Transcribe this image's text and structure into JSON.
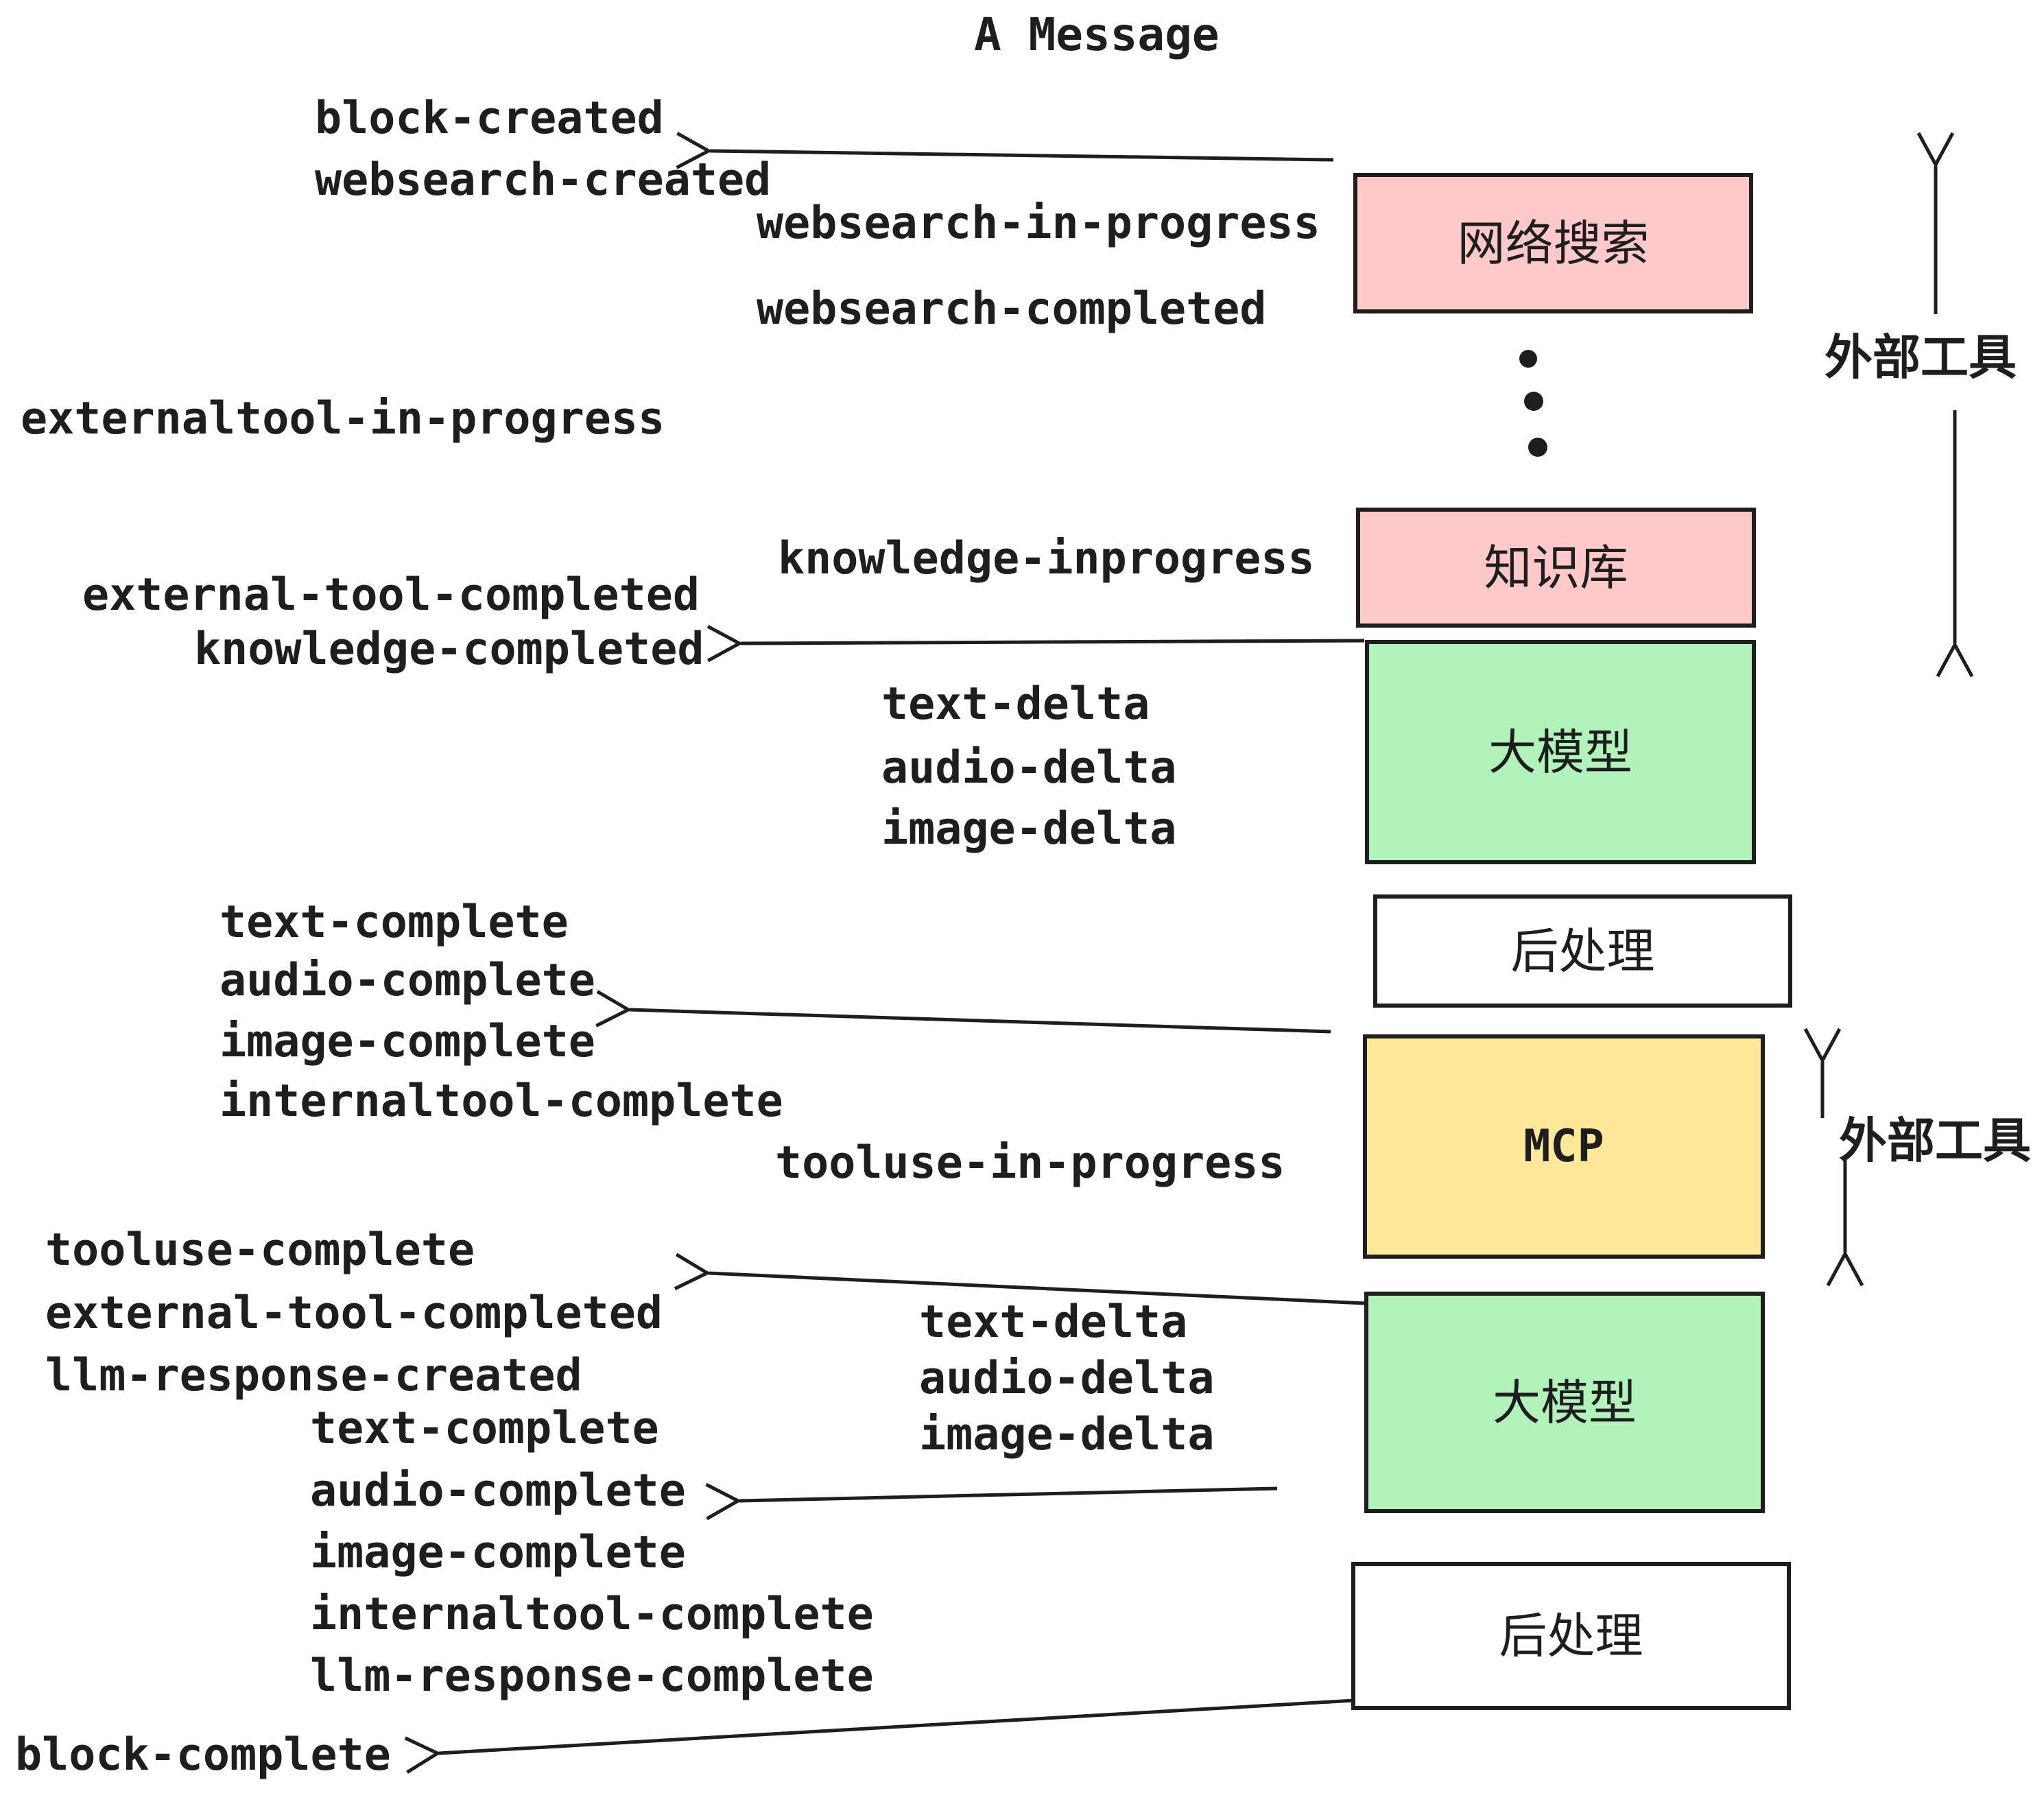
{
  "page": {
    "title": "A Message"
  },
  "colors": {
    "ink": "#1e1e1e",
    "pink": "#ffc9c9",
    "green": "#b2f2bb",
    "yellow": "#ffe999",
    "white": "#ffffff"
  },
  "boxes": [
    {
      "id": "websearch",
      "label": "网络搜索",
      "color": "#ffc9c9"
    },
    {
      "id": "knowledge",
      "label": "知识库",
      "color": "#ffc9c9"
    },
    {
      "id": "llm-1",
      "label": "大模型",
      "color": "#b2f2bb"
    },
    {
      "id": "postprocess-1",
      "label": "后处理",
      "color": "#ffffff"
    },
    {
      "id": "mcp",
      "label": "MCP",
      "color": "#ffe999"
    },
    {
      "id": "llm-2",
      "label": "大模型",
      "color": "#b2f2bb"
    },
    {
      "id": "postprocess-2",
      "label": "后处理",
      "color": "#ffffff"
    }
  ],
  "events": {
    "block_created": "block-created",
    "websearch_created": "websearch-created",
    "websearch_in_progress": "websearch-in-progress",
    "websearch_completed": "websearch-completed",
    "externaltool_in_progress": "externaltool-in-progress",
    "knowledge_inprogress": "knowledge-inprogress",
    "external_tool_completed_1": "external-tool-completed",
    "knowledge_completed": "knowledge-completed",
    "text_delta_1": "text-delta",
    "audio_delta_1": "audio-delta",
    "image_delta_1": "image-delta",
    "text_complete_1": "text-complete",
    "audio_complete_1": "audio-complete",
    "image_complete_1": "image-complete",
    "internaltool_complete_1": "internaltool-complete",
    "tooluse_in_progress": "tooluse-in-progress",
    "tooluse_complete": "tooluse-complete",
    "external_tool_completed_2": "external-tool-completed",
    "llm_response_created": "llm-response-created",
    "text_delta_2": "text-delta",
    "audio_delta_2": "audio-delta",
    "image_delta_2": "image-delta",
    "text_complete_2": "text-complete",
    "audio_complete_2": "audio-complete",
    "image_complete_2": "image-complete",
    "internaltool_complete_2": "internaltool-complete",
    "llm_response_complete": "llm-response-complete",
    "block_complete": "block-complete"
  },
  "annotations": {
    "external_tools_top": "外部工具",
    "external_tools_mcp": "外部工具"
  }
}
